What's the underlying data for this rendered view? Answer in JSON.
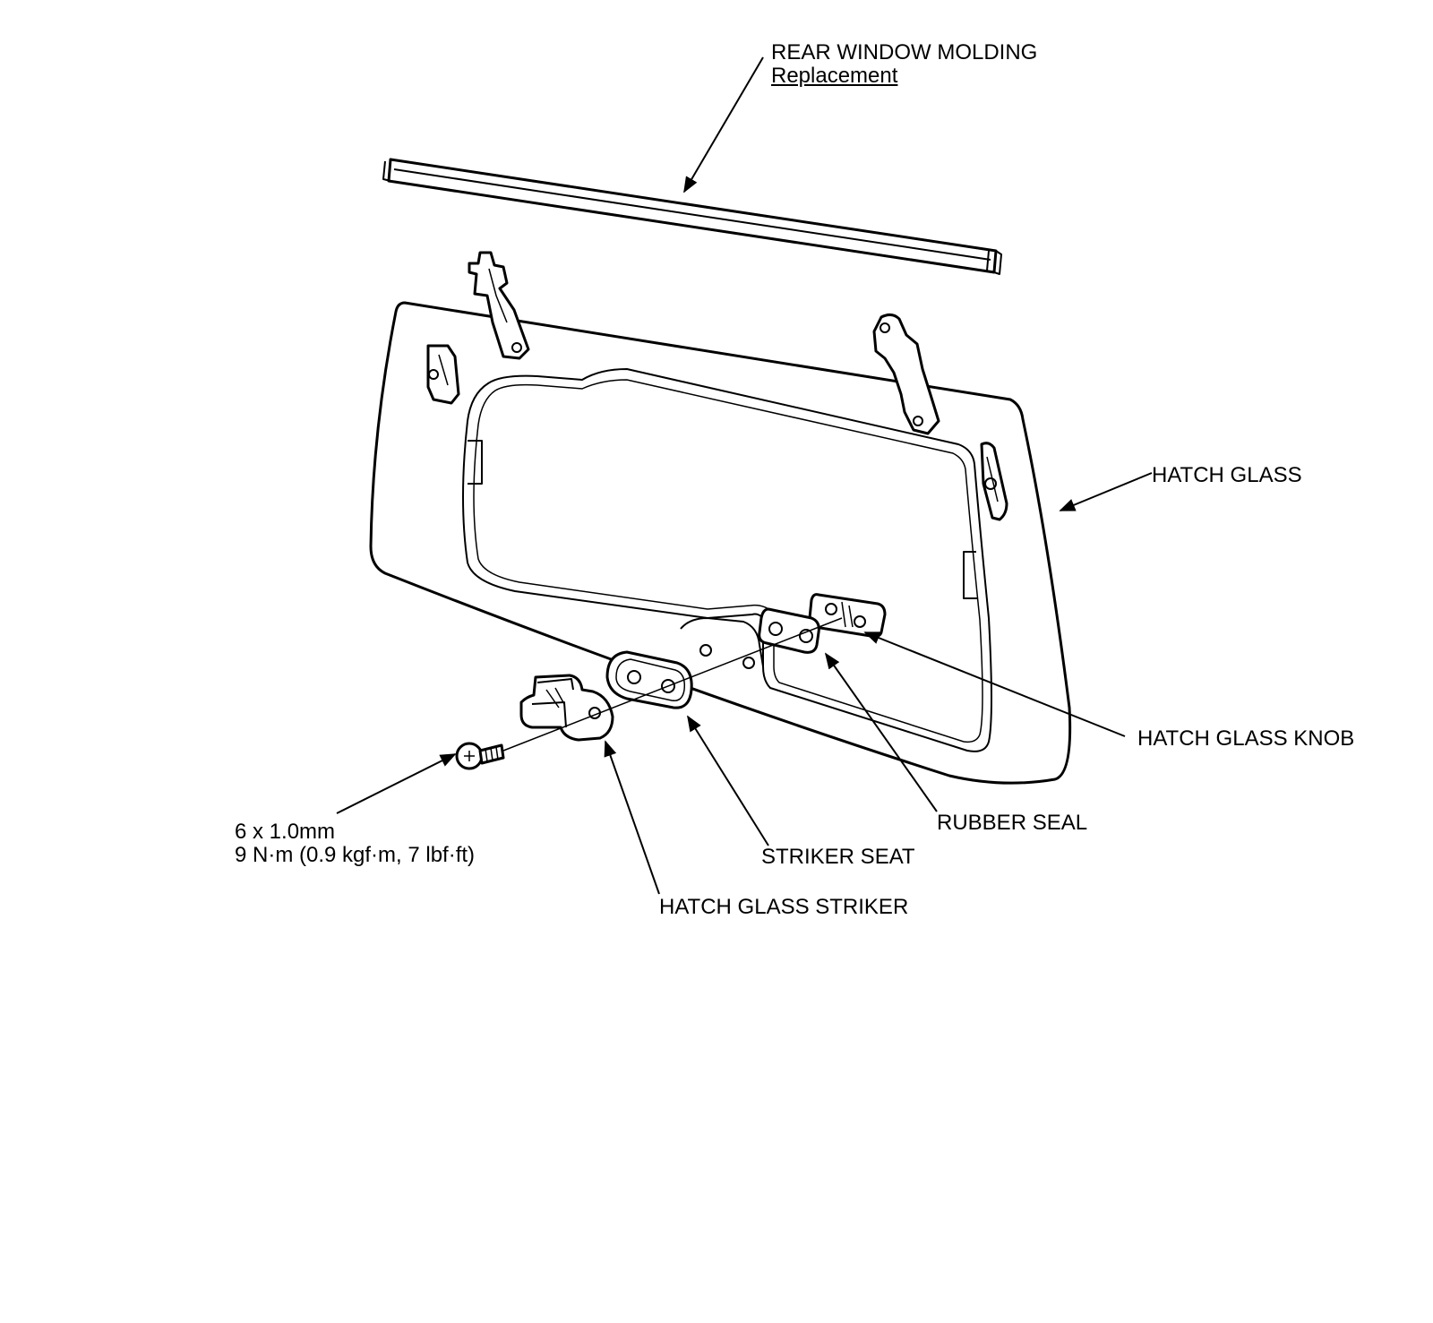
{
  "labels": {
    "molding_title": "REAR WINDOW MOLDING",
    "molding_sub": "Replacement",
    "hatch_glass": "HATCH GLASS",
    "knob": "HATCH GLASS KNOB",
    "rubber_seal": "RUBBER SEAL",
    "striker_seat": "STRIKER SEAT",
    "striker": "HATCH GLASS STRIKER",
    "bolt_size": "6 x 1.0mm",
    "bolt_torque": "9 N·m (0.9 kgf·m, 7 lbf·ft)"
  }
}
